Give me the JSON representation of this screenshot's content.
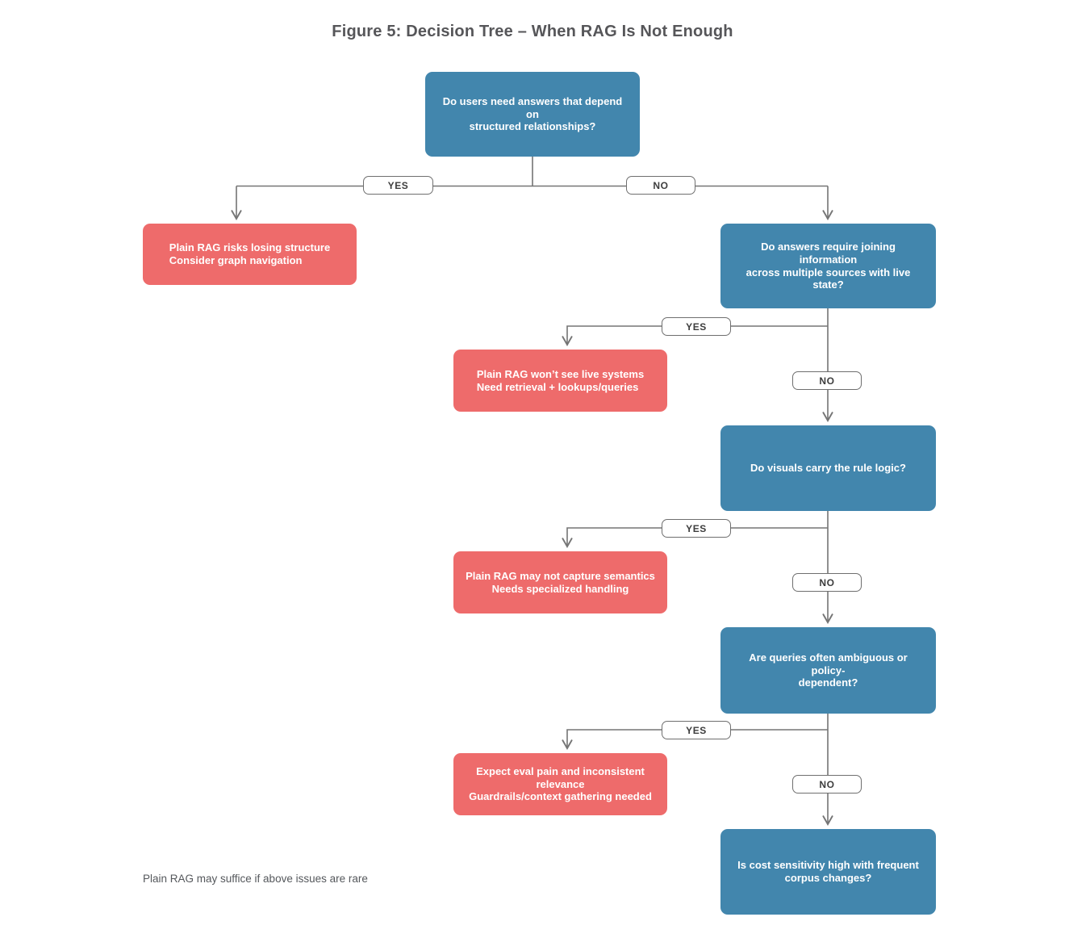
{
  "title": "Figure 5: Decision Tree – When RAG Is Not Enough",
  "note": "Plain RAG may suffice if above issues are rare",
  "edge_labels": {
    "yes": "YES",
    "no": "NO"
  },
  "nodes": {
    "q1": {
      "type": "question",
      "lines": [
        "Do users need answers that depend on",
        "structured relationships?"
      ]
    },
    "r1": {
      "type": "outcome",
      "lines": [
        "Plain RAG risks losing structure",
        "Consider graph navigation"
      ]
    },
    "q2": {
      "type": "question",
      "lines": [
        "Do answers require joining information",
        "across multiple sources with live state?"
      ]
    },
    "r2": {
      "type": "outcome",
      "lines": [
        "Plain RAG won’t see live systems",
        "Need retrieval + lookups/queries"
      ]
    },
    "q3": {
      "type": "question",
      "lines": [
        "Do visuals carry the rule logic?"
      ]
    },
    "r3": {
      "type": "outcome",
      "lines": [
        "Plain RAG may not capture semantics",
        "Needs specialized handling"
      ]
    },
    "q4": {
      "type": "question",
      "lines": [
        "Are queries often ambiguous or policy-",
        "dependent?"
      ]
    },
    "r4": {
      "type": "outcome",
      "lines": [
        "Expect eval pain and inconsistent relevance",
        "Guardrails/context gathering needed"
      ]
    },
    "q5": {
      "type": "question",
      "lines": [
        "Is cost sensitivity high with frequent",
        "corpus changes?"
      ]
    }
  },
  "colors": {
    "question_fill": "#4286ad",
    "outcome_fill": "#ee6b6b",
    "connector": "#757575",
    "label_border": "#6f6f6f",
    "label_text": "#3d3d3d",
    "title_text": "#565659",
    "note_text": "#55585c",
    "box_text": "#ffffff",
    "bg": "#ffffff"
  }
}
